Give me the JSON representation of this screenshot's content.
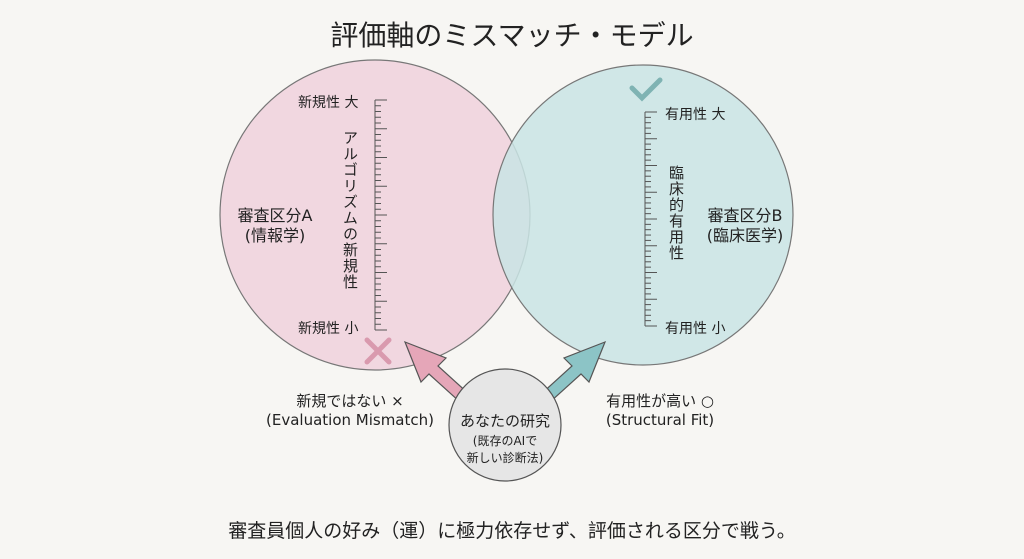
{
  "title": "評価軸のミスマッチ・モデル",
  "left": {
    "name": "審査区分A",
    "sub": "(情報学)",
    "top": "新規性 大",
    "bottom": "新規性 小",
    "axis": "アルゴリズムの新規性",
    "verdict": "新規ではない ×",
    "verdict_en": "(Evaluation Mismatch)",
    "mark": "cross-icon",
    "color": "#f0d6df"
  },
  "right": {
    "name": "審査区分B",
    "sub": "(臨床医学)",
    "top": "有用性 大",
    "bottom": "有用性 小",
    "axis": "臨床的有用性",
    "verdict": "有用性が高い ○",
    "verdict_en": "(Structural Fit)",
    "mark": "check-icon",
    "color": "#cfe6e6"
  },
  "center": {
    "l1": "あなたの研究",
    "l2": "(既存のAIで",
    "l3": "新しい診断法)"
  },
  "footer": "審査員個人の好み（運）に極力依存せず、評価される区分で戦う。"
}
